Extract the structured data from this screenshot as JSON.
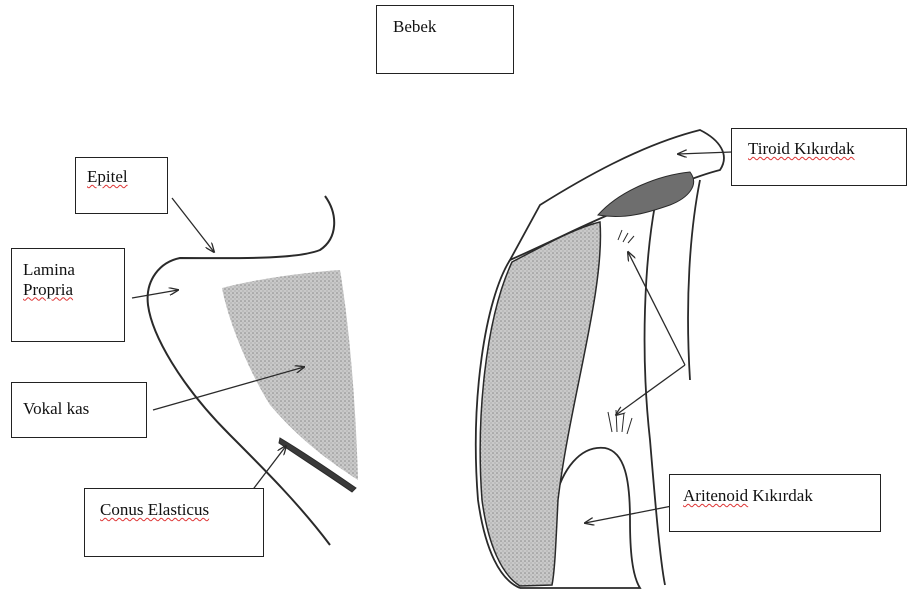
{
  "title": "Bebek",
  "labels": {
    "epitel": "Epitel",
    "lamina_line1": "Lamina",
    "lamina_line2": "Propria",
    "vokal": "Vokal kas",
    "conus": "Conus Elasticus",
    "tiroid": "Tiroid Kıkırdak",
    "aritenoid_word1": "Aritenoid",
    "aritenoid_word2": "Kıkırdak"
  },
  "colors": {
    "stroke": "#2a2a2a",
    "stipple": "#b9b9b9",
    "dark_fill": "#6e6e6e",
    "spellcheck": "#dd3333"
  }
}
